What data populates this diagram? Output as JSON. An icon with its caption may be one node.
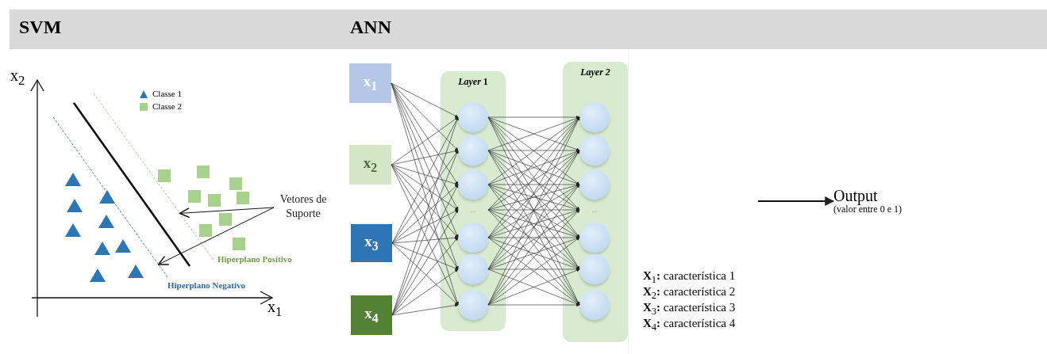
{
  "diagram": {
    "nodes": [
      {
        "text": [
          "Vetores de Suporte"
        ]
      },
      {
        "text": [
          "x$_{1}$"
        ]
      },
      {
        "text": [
          "x$_{2}$"
        ]
      },
      {
        "text": [
          "x$_{3}$"
        ]
      },
      {
        "text": [
          "x$_{4}$"
        ]
      },
      {
        "text": [
          "*Layer* 1"
        ]
      },
      {
        "text": [],
        "shape": "circle",
        "in": 5
      },
      {
        "text": [],
        "shape": "circle",
        "in": 5
      },
      {
        "text": [],
        "shape": "circle",
        "in": 5
      },
      {
        "text": [
          "..."
        ],
        "in": 5
      },
      {
        "text": [],
        "shape": "circle",
        "in": 5
      },
      {
        "text": [],
        "shape": "circle",
        "in": 5
      },
      {
        "text": [],
        "shape": "circle",
        "in": 5
      },
      {
        "text": [
          "Layer 2"
        ]
      },
      {
        "text": [],
        "shape": "circle",
        "in": 13
      },
      {
        "text": [],
        "shape": "circle",
        "in": 13
      },
      {
        "text": [],
        "shape": "circle",
        "in": 13
      },
      {
        "text": [
          "..."
        ],
        "in": 13
      },
      {
        "text": [],
        "shape": "circle",
        "in": 13
      },
      {
        "text": [],
        "shape": "circle",
        "in": 13
      },
      {
        "text": [],
        "shape": "circle",
        "in": 13
      },
      {
        "text": [
          "Output",
          "(valor entre 0 e 1)"
        ]
      },
      {
        "text": [],
        "shape": "line"
      },
      {
        "text": [],
        "shape": "line"
      }
    ],
    "edges": [
      {
        "from": 0,
        "to": 22,
        "arrow": "to"
      },
      {
        "from": 0,
        "to": 23,
        "arrow": "to"
      },
      {
        "from": 1,
        "to": 6,
        "arrow": "to"
      },
      {
        "from": 1,
        "to": 7,
        "arrow": "to"
      },
      {
        "from": 1,
        "to": 8,
        "arrow": "to"
      },
      {
        "from": 1,
        "to": 9,
        "arrow": "to"
      },
      {
        "from": 1,
        "to": 10,
        "arrow": "to"
      },
      {
        "from": 1,
        "to": 11,
        "arrow": "to"
      },
      {
        "from": 1,
        "to": 12,
        "arrow": "to"
      },
      {
        "from": 2,
        "to": 6,
        "arrow": "to"
      },
      {
        "from": 2,
        "to": 7,
        "arrow": "to"
      },
      {
        "from": 2,
        "to": 8,
        "arrow": "to"
      },
      {
        "from": 2,
        "to": 9,
        "arrow": "to"
      },
      {
        "from": 2,
        "to": 10,
        "arrow": "to"
      },
      {
        "from": 2,
        "to": 11,
        "arrow": "to"
      },
      {
        "from": 2,
        "to": 12,
        "arrow": "to"
      },
      {
        "from": 3,
        "to": 6,
        "arrow": "to"
      },
      {
        "from": 3,
        "to": 7,
        "arrow": "to"
      },
      {
        "from": 3,
        "to": 8,
        "arrow": "to"
      },
      {
        "from": 3,
        "to": 9,
        "arrow": "to"
      },
      {
        "from": 3,
        "to": 10,
        "arrow": "to"
      },
      {
        "from": 3,
        "to": 11,
        "arrow": "to"
      },
      {
        "from": 3,
        "to": 12,
        "arrow": "to"
      },
      {
        "from": 4,
        "to": 6,
        "arrow": "to"
      },
      {
        "from": 4,
        "to": 7,
        "arrow": "to"
      },
      {
        "from": 4,
        "to": 8,
        "arrow": "to"
      },
      {
        "from": 4,
        "to": 9,
        "arrow": "to"
      },
      {
        "from": 4,
        "to": 10,
        "arrow": "to"
      },
      {
        "from": 4,
        "to": 11,
        "arrow": "to"
      },
      {
        "from": 4,
        "to": 12,
        "arrow": "to"
      },
      {
        "from": 6,
        "to": 14,
        "arrow": "to"
      },
      {
        "from": 6,
        "to": 15,
        "arrow": "to"
      },
      {
        "from": 6,
        "to": 16,
        "arrow": "to"
      },
      {
        "from": 6,
        "to": 17,
        "arrow": "to"
      },
      {
        "from": 6,
        "to": 18,
        "arrow": "to"
      },
      {
        "from": 6,
        "to": 19,
        "arrow": "to"
      },
      {
        "from": 6,
        "to": 20,
        "arrow": "to"
      },
      {
        "from": 7,
        "to": 14,
        "arrow": "to"
      },
      {
        "from": 7,
        "to": 15,
        "arrow": "to"
      },
      {
        "from": 7,
        "to": 16,
        "arrow": "to"
      },
      {
        "from": 7,
        "to": 17,
        "arrow": "to"
      },
      {
        "from": 7,
        "to": 18,
        "arrow": "to"
      },
      {
        "from": 7,
        "to": 19,
        "arrow": "to"
      },
      {
        "from": 7,
        "to": 20,
        "arrow": "to"
      },
      {
        "from": 8,
        "to": 14,
        "arrow": "to"
      },
      {
        "from": 8,
        "to": 15,
        "arrow": "to"
      },
      {
        "from": 8,
        "to": 16,
        "arrow": "to"
      },
      {
        "from": 8,
        "to": 17,
        "arrow": "to"
      },
      {
        "from": 8,
        "to": 18,
        "arrow": "to"
      },
      {
        "from": 8,
        "to": 19,
        "arrow": "to"
      },
      {
        "from": 8,
        "to": 20,
        "arrow": "to"
      },
      {
        "from": 9,
        "to": 14,
        "arrow": "to"
      },
      {
        "from": 9,
        "to": 15,
        "arrow": "to"
      },
      {
        "from": 9,
        "to": 16,
        "arrow": "to"
      },
      {
        "from": 9,
        "to": 17,
        "arrow": "to"
      },
      {
        "from": 9,
        "to": 18,
        "arrow": "to"
      },
      {
        "from": 9,
        "to": 19,
        "arrow": "to"
      },
      {
        "from": 9,
        "to": 20,
        "arrow": "to"
      },
      {
        "from": 10,
        "to": 14,
        "arrow": "to"
      },
      {
        "from": 10,
        "to": 15,
        "arrow": "to"
      },
      {
        "from": 10,
        "to": 16,
        "arrow": "to"
      },
      {
        "from": 10,
        "to": 17,
        "arrow": "to"
      },
      {
        "from": 10,
        "to": 18,
        "arrow": "to"
      },
      {
        "from": 10,
        "to": 19,
        "arrow": "to"
      },
      {
        "from": 10,
        "to": 20,
        "arrow": "to"
      },
      {
        "from": 11,
        "to": 14,
        "arrow": "to"
      },
      {
        "from": 11,
        "to": 15,
        "arrow": "to"
      },
      {
        "from": 11,
        "to": 16,
        "arrow": "to"
      },
      {
        "from": 11,
        "to": 17,
        "arrow": "to"
      },
      {
        "from": 11,
        "to": 18,
        "arrow": "to"
      },
      {
        "from": 11,
        "to": 19,
        "arrow": "to"
      },
      {
        "from": 11,
        "to": 20,
        "arrow": "to"
      },
      {
        "from": 12,
        "to": 14,
        "arrow": "to"
      },
      {
        "from": 12,
        "to": 15,
        "arrow": "to"
      },
      {
        "from": 12,
        "to": 16,
        "arrow": "to"
      },
      {
        "from": 12,
        "to": 17,
        "arrow": "to"
      },
      {
        "from": 12,
        "to": 18,
        "arrow": "to"
      },
      {
        "from": 12,
        "to": 19,
        "arrow": "to"
      },
      {
        "from": 12,
        "to": 20,
        "arrow": "to"
      },
      {
        "from": null,
        "to": 21,
        "arrow": "to"
      }
    ],
    "labels": [
      "SVM",
      "ANN",
      "x$_{2}$",
      "Hiperplano Positivo",
      "Hiperplano Negativo",
      "x$_{1}$",
      "**X**$_{1}$**:** característica 1",
      "**X**$_{2}$**:** característica 2",
      "**X**$_{3}$**:** característica 3",
      "**X**$_{4}$**:** característica 4"
    ],
    "legend": [
      {
        "text": "Classe 1"
      },
      {
        "text": "Classe 2"
      }
    ]
  }
}
